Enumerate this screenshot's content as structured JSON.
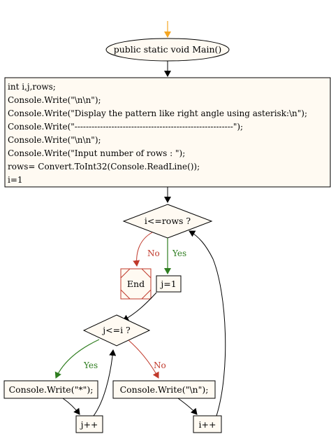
{
  "flowchart": {
    "start": "public static void Main()",
    "init_lines": [
      "int i,j,rows;",
      "Console.Write(\"\\n\\n\");",
      "Console.Write(\"Display the pattern like right angle using asterisk:\\n\");",
      "Console.Write(\"--------------------------------------------------------\");",
      "Console.Write(\"\\n\\n\");",
      "Console.Write(\"Input number of rows : \");",
      "rows= Convert.ToInt32(Console.ReadLine());",
      "i=1"
    ],
    "outer_condition": "i<=rows ?",
    "end": "End",
    "set_j": "j=1",
    "inner_condition": "j<=i ?",
    "print_star": "Console.Write(\"*\");",
    "print_newline": "Console.Write(\"\\n\");",
    "inc_j": "j++",
    "inc_i": "i++",
    "label_yes": "Yes",
    "label_no": "No"
  },
  "colors": {
    "start_arrow": "#f5a623",
    "node_fill": "#fffaf2",
    "stroke": "#000000",
    "end_stroke": "#c0392b",
    "yes": "#2e7d1f",
    "no": "#c0392b"
  }
}
